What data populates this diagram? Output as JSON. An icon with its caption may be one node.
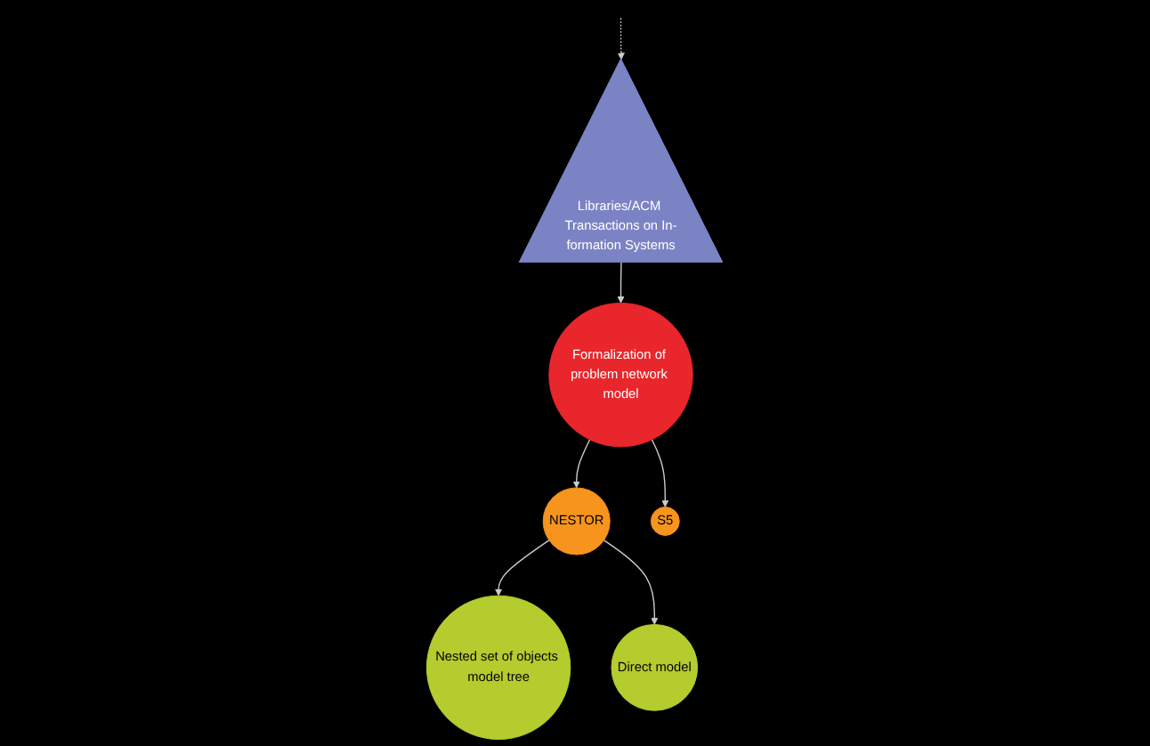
{
  "diagram": {
    "nodes": [
      {
        "text": [
          "Libraries/ACM Transactions on In-formation Systems"
        ]
      },
      {
        "text": [
          "Formalization of problem network model"
        ]
      },
      {
        "text": [
          "NESTOR"
        ]
      },
      {
        "text": [
          "S5"
        ]
      },
      {
        "text": [
          "Nested set of objects model tree"
        ]
      },
      {
        "text": [
          "Direct model"
        ]
      }
    ],
    "edges": [
      {
        "from": null,
        "to": 0,
        "arrow": "to",
        "style": "dashed"
      },
      {
        "from": 0,
        "to": 1,
        "arrow": "to"
      },
      {
        "from": 1,
        "to": 2,
        "arrow": "to"
      },
      {
        "from": 1,
        "to": 3,
        "arrow": "to"
      },
      {
        "from": 2,
        "to": 4,
        "arrow": "to"
      },
      {
        "from": 2,
        "to": 5,
        "arrow": "to"
      }
    ]
  }
}
